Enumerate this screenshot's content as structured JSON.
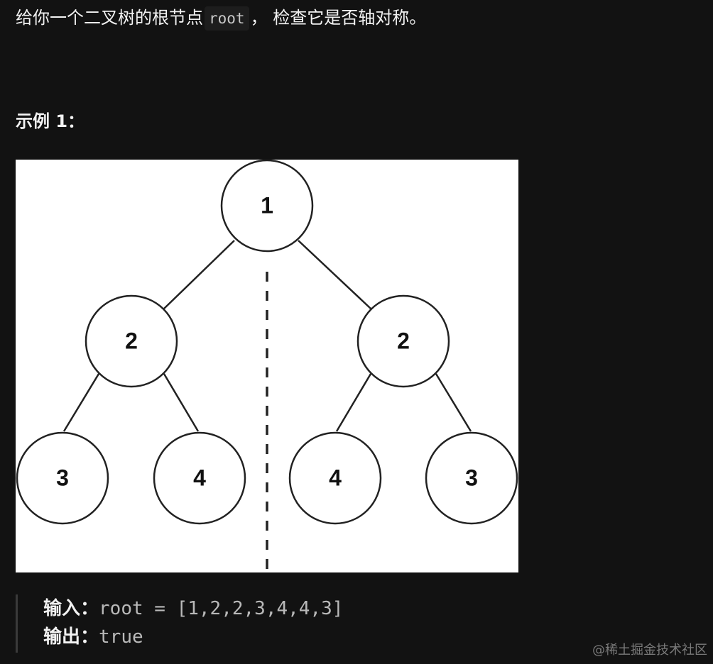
{
  "problem": {
    "intro_before": "给你一个二叉树的根节点",
    "intro_code": "root",
    "intro_after": "， 检查它是否轴对称。"
  },
  "example": {
    "heading": "示例 1：",
    "tree_values": [
      "1",
      "2",
      "2",
      "3",
      "4",
      "4",
      "3"
    ],
    "input_label": "输入：",
    "input_value": "root = [1,2,2,3,4,4,3]",
    "output_label": "输出：",
    "output_value": "true"
  },
  "watermark": "@稀土掘金技术社区"
}
